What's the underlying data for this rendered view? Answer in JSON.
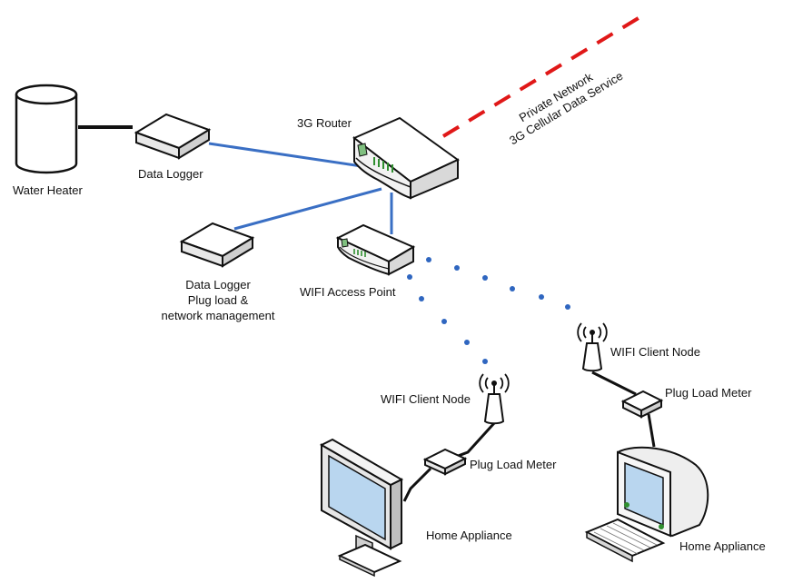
{
  "labels": {
    "water_heater": "Water Heater",
    "data_logger_1": "Data Logger",
    "router": "3G Router",
    "wan_line1": "Private Network",
    "wan_line2": "3G Cellular Data Service",
    "data_logger_2_line1": "Data Logger",
    "data_logger_2_line2": "Plug load &",
    "data_logger_2_line3": "network management",
    "access_point": "WIFI Access Point",
    "client_node_left": "WIFI Client Node",
    "client_node_right": "WIFI Client Node",
    "plug_meter_left": "Plug Load Meter",
    "plug_meter_right": "Plug Load Meter",
    "appliance_left": "Home Appliance",
    "appliance_right": "Home Appliance"
  },
  "colors": {
    "wired_link": "#3a6fc4",
    "wireless_link": "#2f66c0",
    "wan_link": "#e01818",
    "device_fill": "#ffffff",
    "device_stroke": "#111111",
    "screen": "#b9d6ef",
    "led": "#2f8f2f"
  },
  "icons": {
    "water_heater": "cylinder-tank-icon",
    "data_logger": "small-box-icon",
    "router": "router-icon",
    "access_point": "access-point-icon",
    "client_node": "antenna-icon",
    "plug_meter": "meter-box-icon",
    "appliance_left": "flat-monitor-icon",
    "appliance_right": "crt-computer-icon"
  }
}
